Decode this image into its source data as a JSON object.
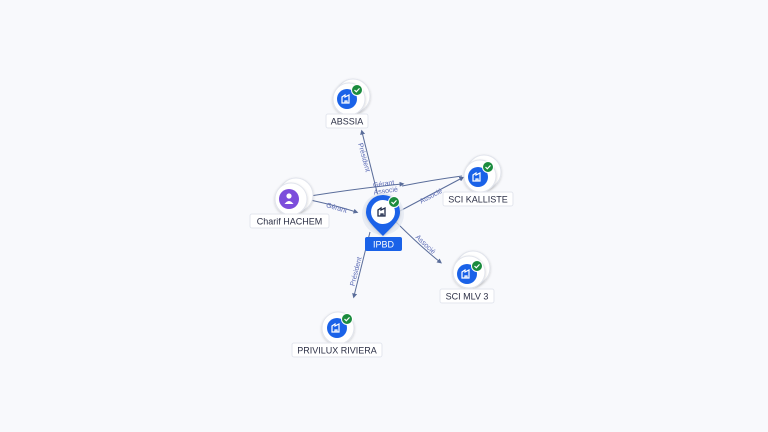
{
  "colors": {
    "accent": "#1a62e8",
    "person": "#7c4ddb",
    "check": "#1b8c3e",
    "edge": "#5a6d9a",
    "edge_label": "#5b6bb5"
  },
  "center": {
    "label": "IPBD",
    "icon": "building-icon"
  },
  "nodes": [
    {
      "id": "abssia",
      "label": "ABSSIA",
      "icon": "building-icon",
      "verified": true
    },
    {
      "id": "kalliste",
      "label": "SCI KALLISTE",
      "icon": "building-icon",
      "verified": true
    },
    {
      "id": "mlv3",
      "label": "SCI MLV 3",
      "icon": "building-icon",
      "verified": true
    },
    {
      "id": "privilux",
      "label": "PRIVILUX RIVIERA",
      "icon": "building-icon",
      "verified": true
    },
    {
      "id": "charif",
      "label": "Charif HACHEM",
      "icon": "person-icon",
      "verified": false
    }
  ],
  "edges": [
    {
      "label": "Président"
    },
    {
      "label": "Associé"
    },
    {
      "label": "Associé"
    },
    {
      "label": "Président"
    },
    {
      "label": "Gérant"
    },
    {
      "label": "Gérant"
    },
    {
      "label": "Associé"
    }
  ]
}
